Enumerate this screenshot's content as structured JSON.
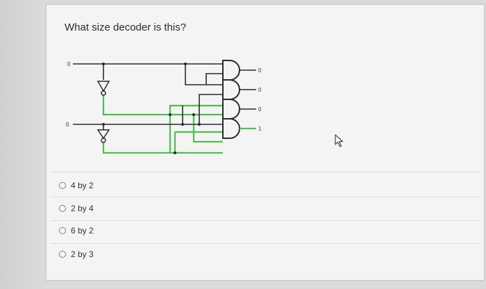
{
  "question": {
    "text": "What size decoder is this?"
  },
  "circuit": {
    "inputs": [
      "0",
      "0"
    ],
    "outputs": [
      "0",
      "0",
      "0",
      "1"
    ]
  },
  "options": [
    {
      "label": "4 by 2",
      "selected": false
    },
    {
      "label": "2 by 4",
      "selected": false
    },
    {
      "label": "6 by 2",
      "selected": false
    },
    {
      "label": "2 by 3",
      "selected": false
    }
  ],
  "colors": {
    "wire_black": "#2a2a2a",
    "wire_green": "#4cc04a",
    "card_bg": "#f4f4f5"
  },
  "icons": {
    "cursor": "mouse-pointer-icon"
  }
}
